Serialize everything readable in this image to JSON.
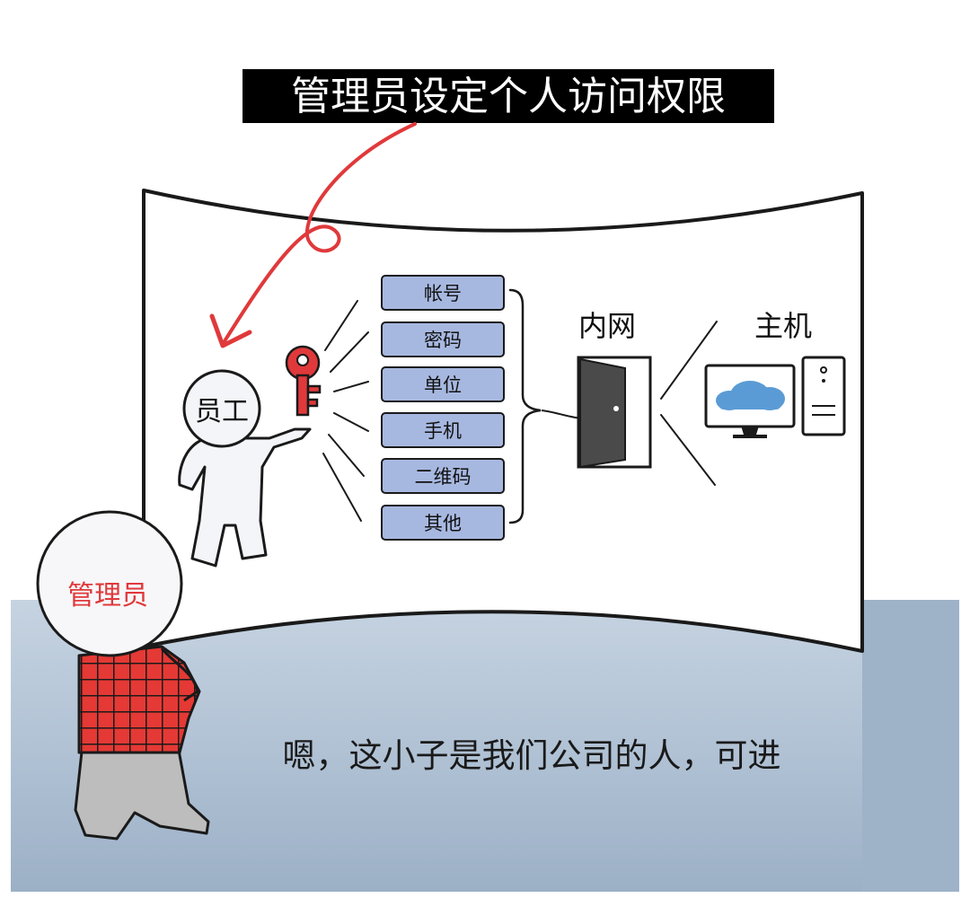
{
  "title": "管理员设定个人访问权限",
  "employee_label": "员工",
  "admin_label": "管理员",
  "credentials": [
    "帐号",
    "密码",
    "单位",
    "手机",
    "二维码",
    "其他"
  ],
  "intranet_label": "内网",
  "host_label": "主机",
  "caption": "嗯，这小子是我们公司的人，可进",
  "colors": {
    "title_bg": "#000000",
    "title_text": "#ffffff",
    "arrow_red": "#e0393b",
    "admin_label": "#e0393b",
    "credential_fill": "#a7b8e0",
    "floor": "#9fb3c9",
    "floor_light": "#c9d6e3",
    "door": "#4a4a4a",
    "cloud": "#5b9bd5"
  },
  "icons": [
    "key-icon",
    "door-icon",
    "monitor-icon",
    "cloud-icon",
    "pc-tower-icon"
  ]
}
